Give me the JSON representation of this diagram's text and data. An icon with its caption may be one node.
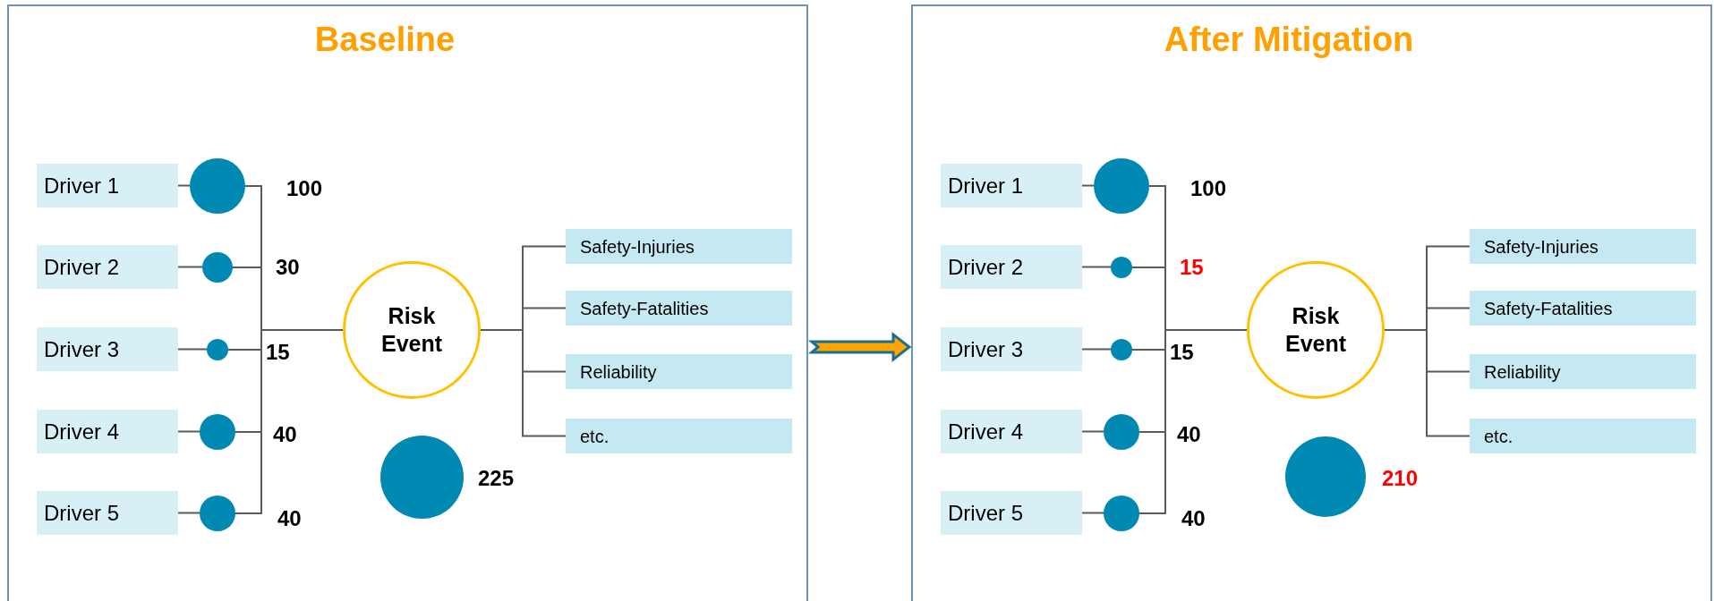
{
  "diagram": {
    "nodes": [
      {
        "text": [
          "Baseline"
        ]
      },
      {
        "text": [
          "Driver 1"
        ],
        "in": 0
      },
      {
        "text": [],
        "shape": "circle",
        "in": 0,
        "beside": [
          "100"
        ]
      },
      {
        "text": [
          "Driver 2"
        ],
        "in": 0
      },
      {
        "text": [],
        "shape": "circle",
        "in": 0,
        "beside": [
          "30"
        ]
      },
      {
        "text": [
          "Driver 3"
        ],
        "in": 0
      },
      {
        "text": [],
        "shape": "circle",
        "in": 0,
        "beside": [
          "15"
        ]
      },
      {
        "text": [
          "Driver 4"
        ],
        "in": 0
      },
      {
        "text": [],
        "shape": "circle",
        "in": 0,
        "beside": [
          "40"
        ]
      },
      {
        "text": [
          "Driver 5"
        ],
        "in": 0
      },
      {
        "text": [],
        "shape": "circle",
        "in": 0,
        "beside": [
          "40"
        ]
      },
      {
        "text": [
          "Risk Event"
        ],
        "in": 0
      },
      {
        "text": [
          "Safety-Injuries"
        ],
        "in": 0
      },
      {
        "text": [
          "Safety-Fatalities"
        ],
        "in": 0
      },
      {
        "text": [
          "Reliability"
        ],
        "in": 0
      },
      {
        "text": [
          "etc."
        ],
        "in": 0
      },
      {
        "text": [],
        "shape": "circle",
        "in": 0,
        "beside": [
          "225"
        ]
      },
      {
        "text": [
          "After Mitigation"
        ]
      },
      {
        "text": [
          "Driver 1"
        ],
        "in": 17
      },
      {
        "text": [],
        "shape": "circle",
        "in": 17,
        "beside": [
          "100"
        ]
      },
      {
        "text": [
          "Driver 2"
        ],
        "in": 17
      },
      {
        "text": [],
        "shape": "circle",
        "in": 17,
        "beside": [
          "15"
        ]
      },
      {
        "text": [
          "Driver 3"
        ],
        "in": 17
      },
      {
        "text": [],
        "shape": "circle",
        "in": 17,
        "beside": [
          "15"
        ]
      },
      {
        "text": [
          "Driver 4"
        ],
        "in": 17
      },
      {
        "text": [],
        "shape": "circle",
        "in": 17,
        "beside": [
          "40"
        ]
      },
      {
        "text": [
          "Driver 5"
        ],
        "in": 17
      },
      {
        "text": [],
        "shape": "circle",
        "in": 17,
        "beside": [
          "40"
        ]
      },
      {
        "text": [
          "Risk Event"
        ],
        "in": 17
      },
      {
        "text": [
          "Safety-Injuries"
        ],
        "in": 17
      },
      {
        "text": [
          "Safety-Fatalities"
        ],
        "in": 17
      },
      {
        "text": [
          "Reliability"
        ],
        "in": 17
      },
      {
        "text": [
          "etc."
        ],
        "in": 17
      },
      {
        "text": [],
        "shape": "circle",
        "in": 17,
        "beside": [
          "210"
        ]
      }
    ],
    "edges": [
      {
        "from": 1,
        "to": 2,
        "arrow": "none"
      },
      {
        "from": 2,
        "to": 11,
        "arrow": "none"
      },
      {
        "from": 3,
        "to": 4,
        "arrow": "none"
      },
      {
        "from": 4,
        "to": 11,
        "arrow": "none"
      },
      {
        "from": 5,
        "to": 6,
        "arrow": "none"
      },
      {
        "from": 6,
        "to": 11,
        "arrow": "none"
      },
      {
        "from": 7,
        "to": 8,
        "arrow": "none"
      },
      {
        "from": 8,
        "to": 11,
        "arrow": "none"
      },
      {
        "from": 9,
        "to": 10,
        "arrow": "none"
      },
      {
        "from": 10,
        "to": 11,
        "arrow": "none"
      },
      {
        "from": 11,
        "to": 12,
        "arrow": "none"
      },
      {
        "from": 11,
        "to": 13,
        "arrow": "none"
      },
      {
        "from": 11,
        "to": 14,
        "arrow": "none"
      },
      {
        "from": 11,
        "to": 15,
        "arrow": "none"
      },
      {
        "from": 18,
        "to": 19,
        "arrow": "none"
      },
      {
        "from": 19,
        "to": 28,
        "arrow": "none"
      },
      {
        "from": 20,
        "to": 21,
        "arrow": "none"
      },
      {
        "from": 21,
        "to": 28,
        "arrow": "none"
      },
      {
        "from": 22,
        "to": 23,
        "arrow": "none"
      },
      {
        "from": 23,
        "to": 28,
        "arrow": "none"
      },
      {
        "from": 24,
        "to": 25,
        "arrow": "none"
      },
      {
        "from": 25,
        "to": 28,
        "arrow": "none"
      },
      {
        "from": 26,
        "to": 27,
        "arrow": "none"
      },
      {
        "from": 27,
        "to": 28,
        "arrow": "none"
      },
      {
        "from": 28,
        "to": 29,
        "arrow": "none"
      },
      {
        "from": 28,
        "to": 30,
        "arrow": "none"
      },
      {
        "from": 28,
        "to": 31,
        "arrow": "none"
      },
      {
        "from": 28,
        "to": 32,
        "arrow": "none"
      },
      {
        "from": 0,
        "to": 17,
        "arrow": "to",
        "style": "thick",
        "color": "#ffa500"
      }
    ]
  }
}
